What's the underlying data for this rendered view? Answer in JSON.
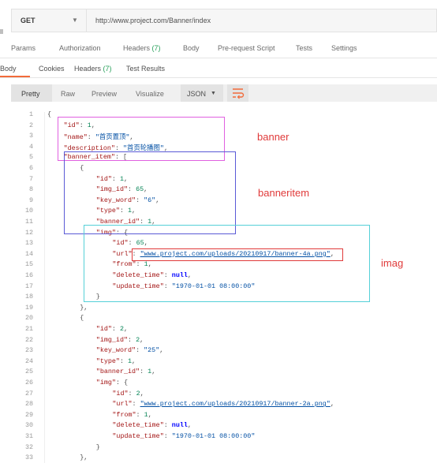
{
  "request": {
    "method": "GET",
    "method_caret": "▼",
    "url": "http://www.project.com/Banner/index"
  },
  "request_tabs": [
    {
      "label": "Params"
    },
    {
      "label": "Authorization"
    },
    {
      "label": "Headers",
      "count": "(7)"
    },
    {
      "label": "Body"
    },
    {
      "label": "Pre-request Script"
    },
    {
      "label": "Tests"
    },
    {
      "label": "Settings"
    }
  ],
  "response_tabs": [
    {
      "label": "Body"
    },
    {
      "label": "Cookies"
    },
    {
      "label": "Headers",
      "count": "(7)"
    },
    {
      "label": "Test Results"
    }
  ],
  "toolbar": {
    "pretty": "Pretty",
    "raw": "Raw",
    "preview": "Preview",
    "visualize": "Visualize",
    "format": "JSON",
    "format_caret": "▼",
    "wrap_icon": "wrap-lines-icon"
  },
  "colors": {
    "accent": "#f26b3a",
    "green": "#27a05a",
    "banner_box": "#e060e0",
    "banneritem_box": "#5a5ad6",
    "img_box": "#55d0d8",
    "url_box": "#e03a3a",
    "annotation_text": "#e03a3a"
  },
  "code_lines": [
    {
      "n": "1",
      "indent": 0,
      "parts": [
        {
          "t": "{",
          "c": "p"
        }
      ]
    },
    {
      "n": "2",
      "indent": 1,
      "parts": [
        {
          "t": "\"id\"",
          "c": "k"
        },
        {
          "t": ": ",
          "c": "p"
        },
        {
          "t": "1",
          "c": "n"
        },
        {
          "t": ",",
          "c": "p"
        }
      ]
    },
    {
      "n": "3",
      "indent": 1,
      "parts": [
        {
          "t": "\"name\"",
          "c": "k"
        },
        {
          "t": ": ",
          "c": "p"
        },
        {
          "t": "\"首页置顶\"",
          "c": "s"
        },
        {
          "t": ",",
          "c": "p"
        }
      ]
    },
    {
      "n": "4",
      "indent": 1,
      "parts": [
        {
          "t": "\"description\"",
          "c": "k"
        },
        {
          "t": ": ",
          "c": "p"
        },
        {
          "t": "\"首页轮播图\"",
          "c": "s"
        },
        {
          "t": ",",
          "c": "p"
        }
      ]
    },
    {
      "n": "5",
      "indent": 1,
      "parts": [
        {
          "t": "\"banner_item\"",
          "c": "k"
        },
        {
          "t": ": [",
          "c": "p"
        }
      ]
    },
    {
      "n": "6",
      "indent": 2,
      "parts": [
        {
          "t": "{",
          "c": "p"
        }
      ]
    },
    {
      "n": "7",
      "indent": 3,
      "parts": [
        {
          "t": "\"id\"",
          "c": "k"
        },
        {
          "t": ": ",
          "c": "p"
        },
        {
          "t": "1",
          "c": "n"
        },
        {
          "t": ",",
          "c": "p"
        }
      ]
    },
    {
      "n": "8",
      "indent": 3,
      "parts": [
        {
          "t": "\"img_id\"",
          "c": "k"
        },
        {
          "t": ": ",
          "c": "p"
        },
        {
          "t": "65",
          "c": "n"
        },
        {
          "t": ",",
          "c": "p"
        }
      ]
    },
    {
      "n": "9",
      "indent": 3,
      "parts": [
        {
          "t": "\"key_word\"",
          "c": "k"
        },
        {
          "t": ": ",
          "c": "p"
        },
        {
          "t": "\"6\"",
          "c": "s"
        },
        {
          "t": ",",
          "c": "p"
        }
      ]
    },
    {
      "n": "10",
      "indent": 3,
      "parts": [
        {
          "t": "\"type\"",
          "c": "k"
        },
        {
          "t": ": ",
          "c": "p"
        },
        {
          "t": "1",
          "c": "n"
        },
        {
          "t": ",",
          "c": "p"
        }
      ]
    },
    {
      "n": "11",
      "indent": 3,
      "parts": [
        {
          "t": "\"banner_id\"",
          "c": "k"
        },
        {
          "t": ": ",
          "c": "p"
        },
        {
          "t": "1",
          "c": "n"
        },
        {
          "t": ",",
          "c": "p"
        }
      ]
    },
    {
      "n": "12",
      "indent": 3,
      "parts": [
        {
          "t": "\"img\"",
          "c": "k"
        },
        {
          "t": ": {",
          "c": "p"
        }
      ]
    },
    {
      "n": "13",
      "indent": 4,
      "parts": [
        {
          "t": "\"id\"",
          "c": "k"
        },
        {
          "t": ": ",
          "c": "p"
        },
        {
          "t": "65",
          "c": "n"
        },
        {
          "t": ",",
          "c": "p"
        }
      ]
    },
    {
      "n": "14",
      "indent": 4,
      "parts": [
        {
          "t": "\"url\"",
          "c": "k"
        },
        {
          "t": ": ",
          "c": "p"
        },
        {
          "t": "\"www.project.com/uploads/20210917/banner-4a.png\"",
          "c": "s",
          "link": true
        },
        {
          "t": ",",
          "c": "p"
        }
      ]
    },
    {
      "n": "15",
      "indent": 4,
      "parts": [
        {
          "t": "\"from\"",
          "c": "k"
        },
        {
          "t": ": ",
          "c": "p"
        },
        {
          "t": "1",
          "c": "n"
        },
        {
          "t": ",",
          "c": "p"
        }
      ]
    },
    {
      "n": "16",
      "indent": 4,
      "parts": [
        {
          "t": "\"delete_time\"",
          "c": "k"
        },
        {
          "t": ": ",
          "c": "p"
        },
        {
          "t": "null",
          "c": "kw"
        },
        {
          "t": ",",
          "c": "p"
        }
      ]
    },
    {
      "n": "17",
      "indent": 4,
      "parts": [
        {
          "t": "\"update_time\"",
          "c": "k"
        },
        {
          "t": ": ",
          "c": "p"
        },
        {
          "t": "\"1970-01-01 08:00:00\"",
          "c": "s"
        }
      ]
    },
    {
      "n": "18",
      "indent": 3,
      "parts": [
        {
          "t": "}",
          "c": "p"
        }
      ]
    },
    {
      "n": "19",
      "indent": 2,
      "parts": [
        {
          "t": "},",
          "c": "p"
        }
      ]
    },
    {
      "n": "20",
      "indent": 2,
      "parts": [
        {
          "t": "{",
          "c": "p"
        }
      ]
    },
    {
      "n": "21",
      "indent": 3,
      "parts": [
        {
          "t": "\"id\"",
          "c": "k"
        },
        {
          "t": ": ",
          "c": "p"
        },
        {
          "t": "2",
          "c": "n"
        },
        {
          "t": ",",
          "c": "p"
        }
      ]
    },
    {
      "n": "22",
      "indent": 3,
      "parts": [
        {
          "t": "\"img_id\"",
          "c": "k"
        },
        {
          "t": ": ",
          "c": "p"
        },
        {
          "t": "2",
          "c": "n"
        },
        {
          "t": ",",
          "c": "p"
        }
      ]
    },
    {
      "n": "23",
      "indent": 3,
      "parts": [
        {
          "t": "\"key_word\"",
          "c": "k"
        },
        {
          "t": ": ",
          "c": "p"
        },
        {
          "t": "\"25\"",
          "c": "s"
        },
        {
          "t": ",",
          "c": "p"
        }
      ]
    },
    {
      "n": "24",
      "indent": 3,
      "parts": [
        {
          "t": "\"type\"",
          "c": "k"
        },
        {
          "t": ": ",
          "c": "p"
        },
        {
          "t": "1",
          "c": "n"
        },
        {
          "t": ",",
          "c": "p"
        }
      ]
    },
    {
      "n": "25",
      "indent": 3,
      "parts": [
        {
          "t": "\"banner_id\"",
          "c": "k"
        },
        {
          "t": ": ",
          "c": "p"
        },
        {
          "t": "1",
          "c": "n"
        },
        {
          "t": ",",
          "c": "p"
        }
      ]
    },
    {
      "n": "26",
      "indent": 3,
      "parts": [
        {
          "t": "\"img\"",
          "c": "k"
        },
        {
          "t": ": {",
          "c": "p"
        }
      ]
    },
    {
      "n": "27",
      "indent": 4,
      "parts": [
        {
          "t": "\"id\"",
          "c": "k"
        },
        {
          "t": ": ",
          "c": "p"
        },
        {
          "t": "2",
          "c": "n"
        },
        {
          "t": ",",
          "c": "p"
        }
      ]
    },
    {
      "n": "28",
      "indent": 4,
      "parts": [
        {
          "t": "\"url\"",
          "c": "k"
        },
        {
          "t": ": ",
          "c": "p"
        },
        {
          "t": "\"www.project.com/uploads/20210917/banner-2a.png\"",
          "c": "s",
          "link": true
        },
        {
          "t": ",",
          "c": "p"
        }
      ]
    },
    {
      "n": "29",
      "indent": 4,
      "parts": [
        {
          "t": "\"from\"",
          "c": "k"
        },
        {
          "t": ": ",
          "c": "p"
        },
        {
          "t": "1",
          "c": "n"
        },
        {
          "t": ",",
          "c": "p"
        }
      ]
    },
    {
      "n": "30",
      "indent": 4,
      "parts": [
        {
          "t": "\"delete_time\"",
          "c": "k"
        },
        {
          "t": ": ",
          "c": "p"
        },
        {
          "t": "null",
          "c": "kw"
        },
        {
          "t": ",",
          "c": "p"
        }
      ]
    },
    {
      "n": "31",
      "indent": 4,
      "parts": [
        {
          "t": "\"update_time\"",
          "c": "k"
        },
        {
          "t": ": ",
          "c": "p"
        },
        {
          "t": "\"1970-01-01 08:00:00\"",
          "c": "s"
        }
      ]
    },
    {
      "n": "32",
      "indent": 3,
      "parts": [
        {
          "t": "}",
          "c": "p"
        }
      ]
    },
    {
      "n": "33",
      "indent": 2,
      "parts": [
        {
          "t": "},",
          "c": "p"
        }
      ]
    }
  ],
  "annotations": {
    "banner": "banner",
    "banneritem": "banneritem",
    "img": "imag"
  }
}
